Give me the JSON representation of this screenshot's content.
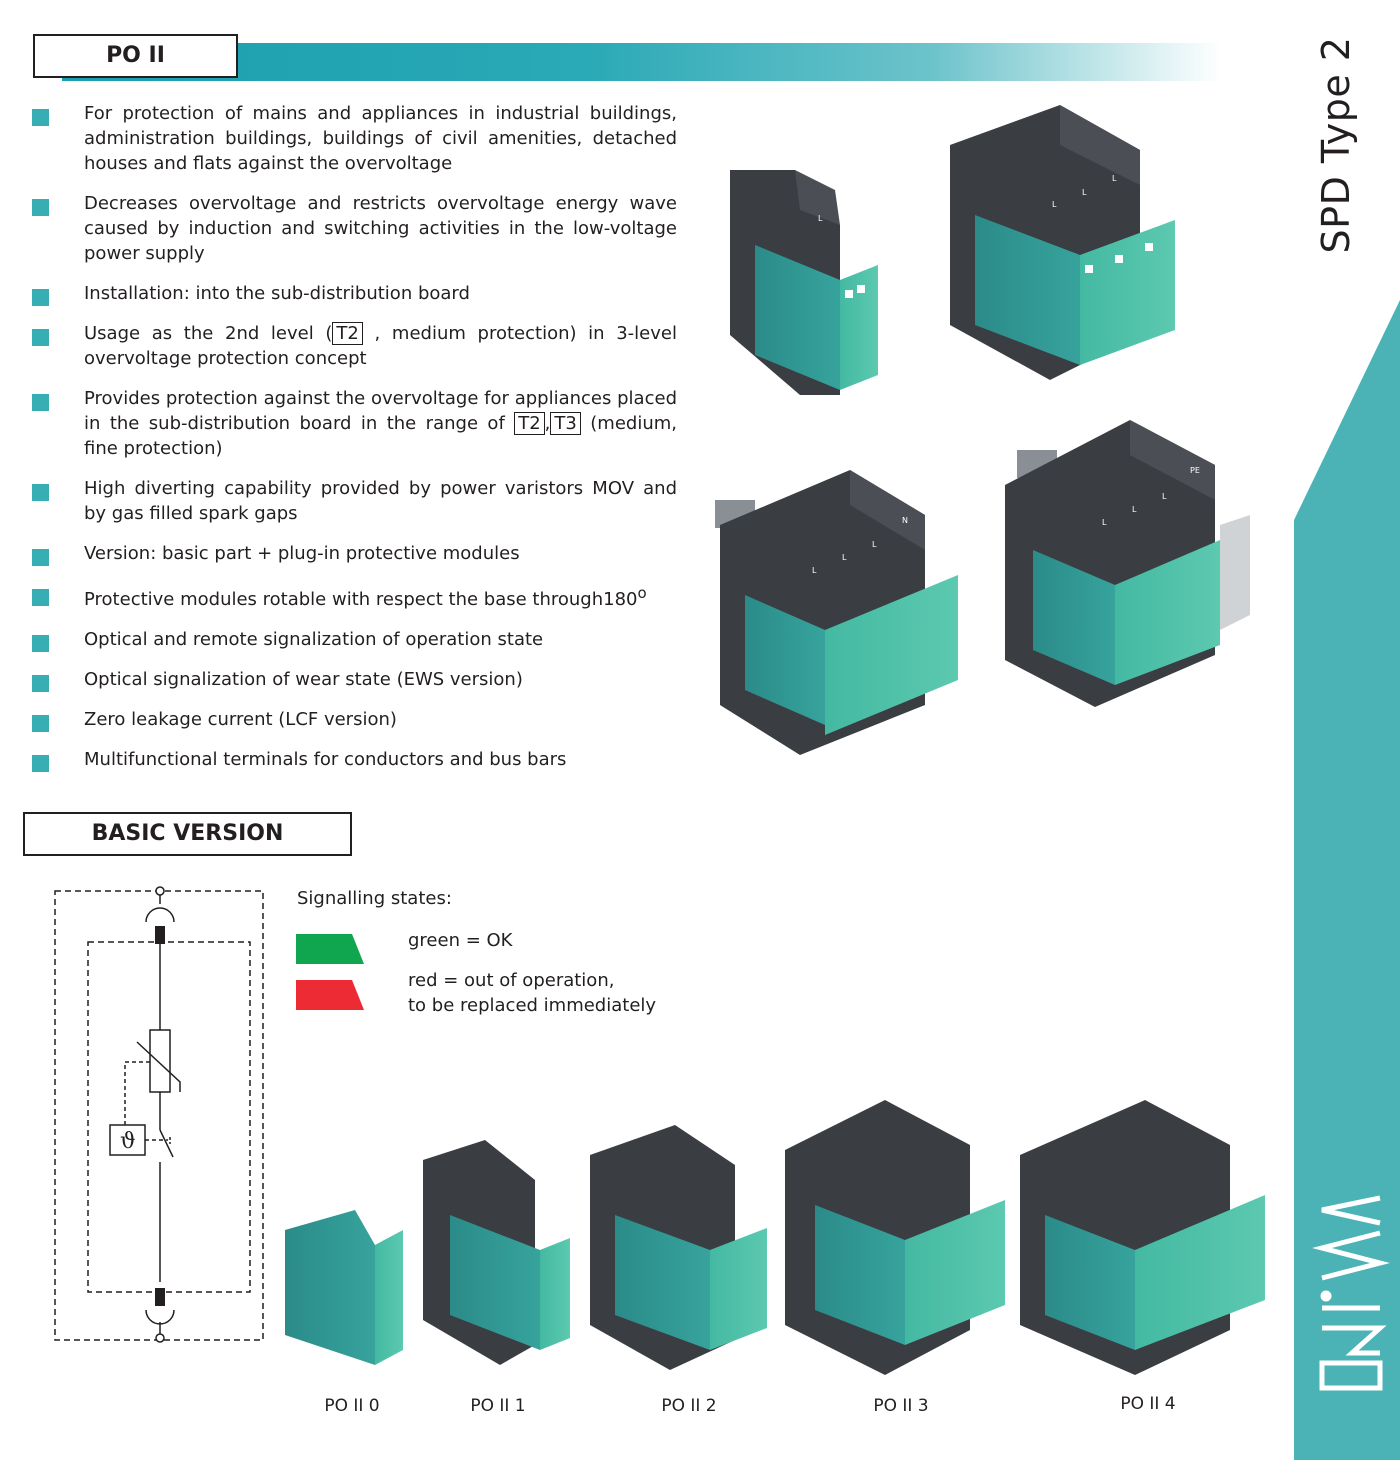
{
  "header": {
    "title": "PO II"
  },
  "side": {
    "label": "SPD Type 2",
    "accent_color": "#4bb3b6"
  },
  "features": [
    {
      "text": "For protection of mains and appliances in industrial buildings, administration buildings, buildings of civil amenities, detached houses and flats against the overvoltage"
    },
    {
      "text": "Decreases overvoltage and restricts overvoltage energy wave caused by induction and switching activities in the low-voltage power supply"
    },
    {
      "text": "Installation: into the sub-distribution board"
    },
    {
      "before": "Usage as the 2nd level (",
      "box1": "T2",
      "after": " , medium protection) in 3-level overvoltage protection concept"
    },
    {
      "before": "Provides protection against the overvoltage for appliances placed in the sub-distribution board in the range of ",
      "box1": "T2",
      "sep": ",",
      "box2": "T3",
      "after": " (medium, fine protection)"
    },
    {
      "text": "High diverting capability provided by power varistors MOV and by gas filled spark gaps"
    },
    {
      "text": "Version: basic part + plug-in protective modules"
    },
    {
      "text": "Protective modules rotable with respect the base through180",
      "sup": "o"
    },
    {
      "text": "Optical and remote signalization of operation state"
    },
    {
      "text": "Optical signalization of wear state (EWS version)"
    },
    {
      "text": "Zero leakage current (LCF version)"
    },
    {
      "text": "Multifunctional terminals for conductors and bus bars"
    }
  ],
  "basic": {
    "title": "BASIC VERSION",
    "diagram_symbol": "ϑ",
    "signalling_title": "Signalling states:",
    "green_text": "green = OK",
    "red_line1": "red = out of operation,",
    "red_line2": "to be replaced immediately",
    "green_color": "#10a650",
    "red_color": "#ec2b34"
  },
  "products_top": [
    {
      "labels": [
        "L"
      ]
    },
    {
      "labels": [
        "L",
        "L",
        "L"
      ]
    },
    {
      "labels": [
        "L",
        "L",
        "L",
        "N"
      ]
    },
    {
      "labels": [
        "L",
        "L",
        "L",
        "PE"
      ]
    }
  ],
  "models": [
    {
      "label": "PO II 0"
    },
    {
      "label": "PO II 1"
    },
    {
      "label": "PO II 2"
    },
    {
      "label": "PO II 3"
    },
    {
      "label": "PO II 4"
    }
  ],
  "colors": {
    "teal": "#2f8f8e",
    "module": "#3fb09d",
    "dark_body": "#3a3d42"
  }
}
